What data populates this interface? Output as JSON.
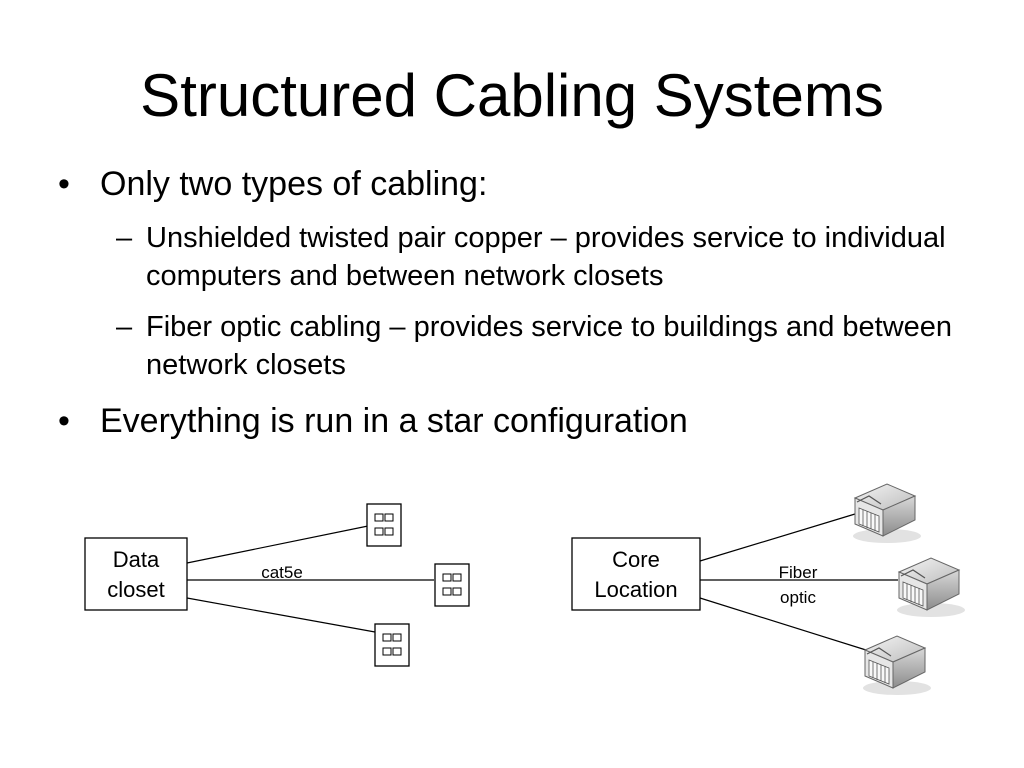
{
  "slide": {
    "title": "Structured Cabling Systems",
    "bullets": [
      {
        "text": "Only two types of cabling:",
        "sub": [
          {
            "text": "Unshielded twisted pair copper – provides service to individual computers and between network closets"
          },
          {
            "text": "Fiber optic cabling – provides service to buildings and between network closets"
          }
        ]
      },
      {
        "text": "Everything is run in a star configuration"
      }
    ]
  },
  "diagram_left": {
    "box_line1": "Data",
    "box_line2": "closet",
    "cable_label": "cat5e",
    "endpoint_icon": "wall-jack-icon",
    "endpoint_count": 3
  },
  "diagram_right": {
    "box_line1": "Core",
    "box_line2": "Location",
    "cable_label_line1": "Fiber",
    "cable_label_line2": "optic",
    "endpoint_icon": "building-icon",
    "endpoint_count": 3
  }
}
